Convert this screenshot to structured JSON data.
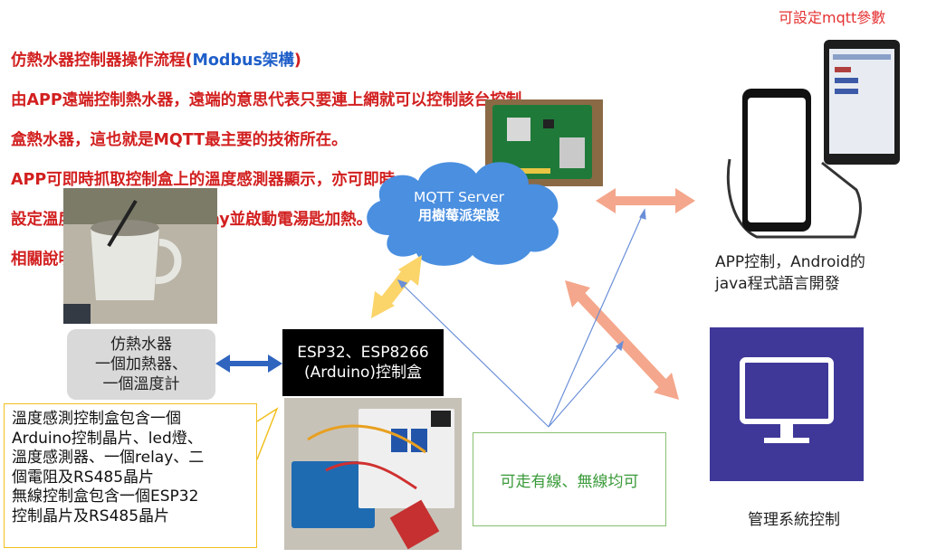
{
  "title": {
    "line1_prefix": "仿熱水器控制器操作流程(",
    "line1_highlight": "Modbus架構",
    "line1_suffix": ")",
    "lines": [
      "由APP遠端控制熱水器，遠端的意思代表只要連上網就可以控制該台控制",
      "盒熱水器，這也就是MQTT最主要的技術所在。",
      "APP可即時抓取控制盒上的溫度感測器顯示，亦可即時",
      "設定溫度加熱條件，啟動relay並啟動電湯匙加熱。",
      "相關說明參考影片。"
    ]
  },
  "mqtt_note": "可設定mqtt參數",
  "cloud": {
    "title": "MQTT Server",
    "subtitle": "用樹莓派架設"
  },
  "heater": {
    "line1": "仿熱水器",
    "line2": "一個加熱器、",
    "line3": "一個溫度計"
  },
  "esp": {
    "line1": "ESP32、ESP8266",
    "line2": "(Arduino)控制盒"
  },
  "callout_text": "溫度感測控制盒包含一個\nArduino控制晶片、led燈、\n溫度感測器、一個relay、二\n個電阻及RS485晶片\n無線控制盒包含一個ESP32\n控制晶片及RS485晶片",
  "wireless_note": "可走有線、無線均可",
  "app_label": {
    "line1": "APP控制，Android的",
    "line2": "java程式語言開發"
  },
  "admin_label": "管理系統控制",
  "colors": {
    "title_red": "#d21f1f",
    "highlight_blue": "#1f5fc9",
    "cloud_blue": "#4a8fe0",
    "monitor_purple": "#3f3899",
    "arrow_orange": "#f4a78c",
    "arrow_yellow": "#fbd46a",
    "arrow_blue": "#2f64bf"
  }
}
